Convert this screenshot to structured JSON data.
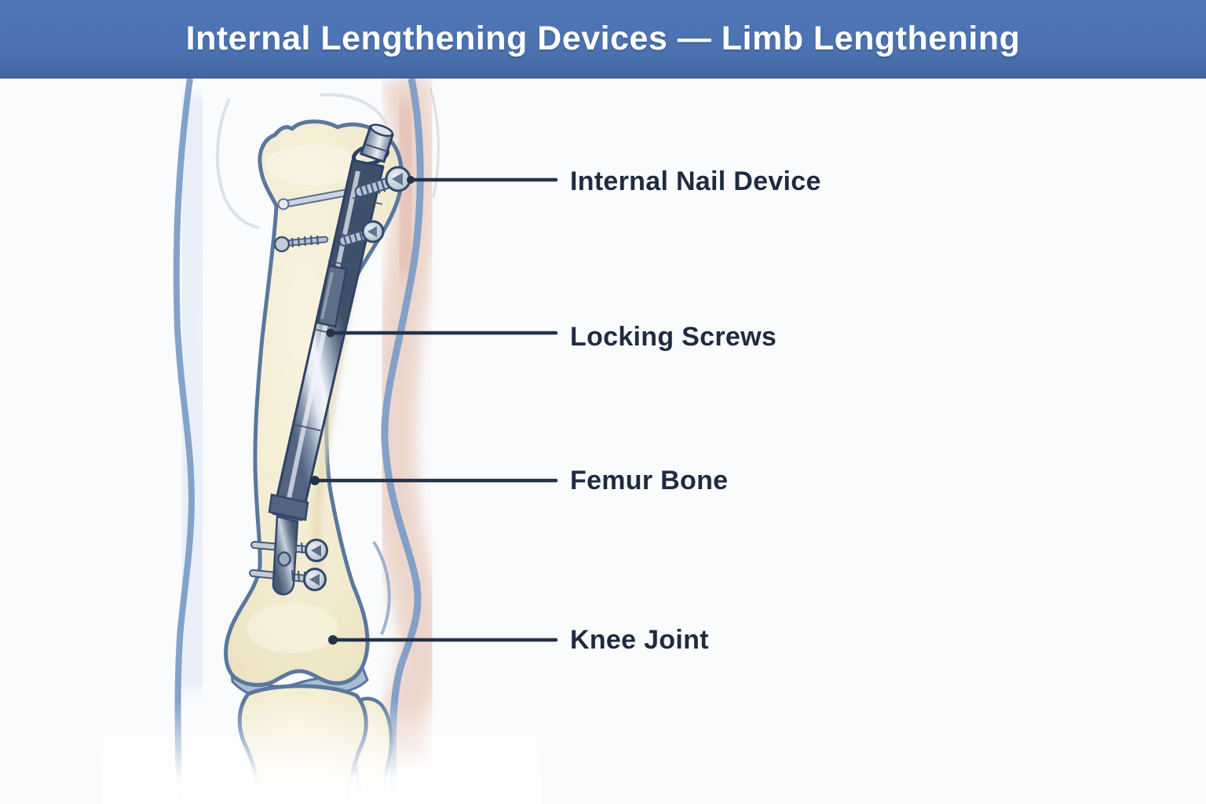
{
  "header": {
    "title": "Internal Lengthening Devices — Limb Lengthening"
  },
  "labels": [
    {
      "id": "internal-nail-device",
      "text": "Internal Nail Device"
    },
    {
      "id": "locking-screws",
      "text": "Locking Screws"
    },
    {
      "id": "femur-bone",
      "text": "Femur Bone"
    },
    {
      "id": "knee-joint",
      "text": "Knee Joint"
    }
  ],
  "illustration": {
    "alt": "Front view of a femur inside a leg silhouette with an internal lengthening nail, locking screws, and the knee joint"
  },
  "colors": {
    "page_bg": "#fafbfd",
    "header_bg": "#4b71b0",
    "header_text": "#ffffff",
    "label_text": "#1f2b40",
    "leader_line": "#233248",
    "bone_fill": "#f2ebcf",
    "bone_outline": "#59789f",
    "nail_metal": "#8fa0b5",
    "skin_tint": "#ecd4ca",
    "silhouette_line": "#7d9dc7"
  }
}
